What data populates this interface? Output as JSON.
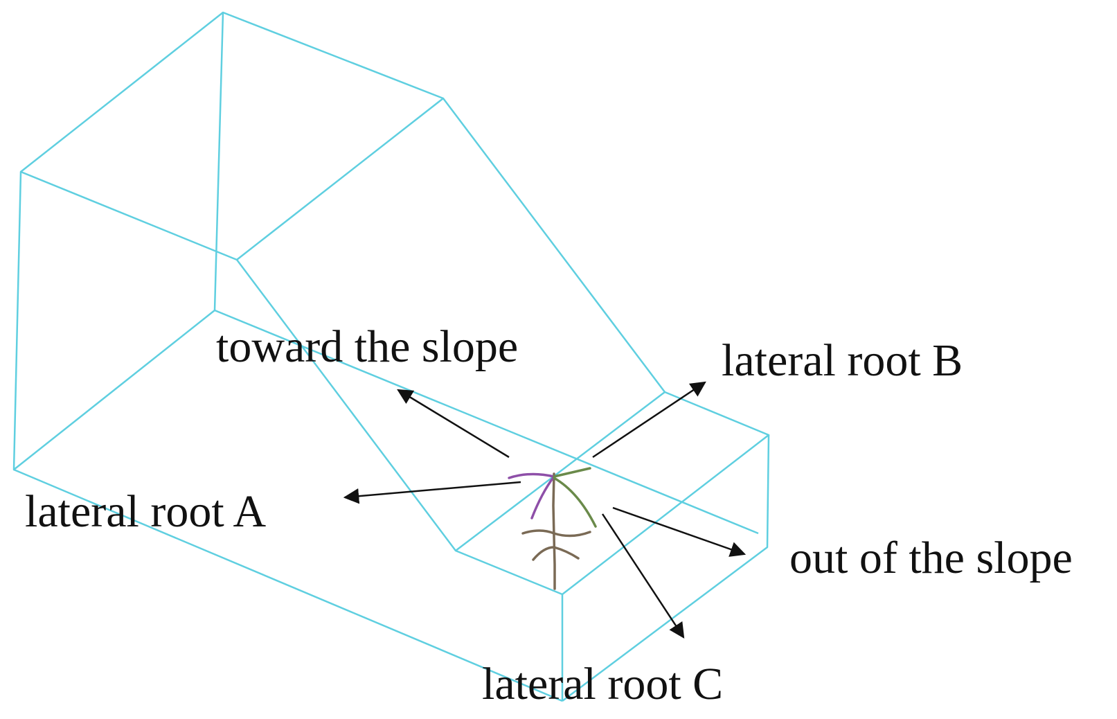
{
  "labels": {
    "toward_slope": "toward the slope",
    "lateral_root_a": "lateral root A",
    "lateral_root_b": "lateral root B",
    "lateral_root_c": "lateral root C",
    "out_of_slope": "out of the slope"
  },
  "colors": {
    "wireframe": "#5fcfe0",
    "arrow": "#111111",
    "text": "#111111",
    "root_primary": "#7a6a55",
    "root_accent": "#8e4fa8"
  }
}
